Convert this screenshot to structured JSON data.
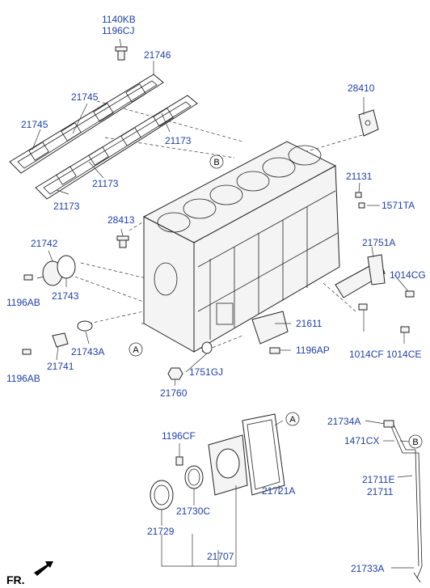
{
  "labels": {
    "p1140KB": "1140KB",
    "p1196CJ": "1196CJ",
    "p21746": "21746",
    "p21745a": "21745",
    "p21745b": "21745",
    "p21173a": "21173",
    "p21173b": "21173",
    "p21173c": "21173",
    "p28410": "28410",
    "p21131": "21131",
    "p1571TA": "1571TA",
    "p28413": "28413",
    "p21742": "21742",
    "p1196AB_a": "1196AB",
    "p21743": "21743",
    "p21751A": "21751A",
    "p1014CG": "1014CG",
    "p1014CF": "1014CF",
    "p1014CE": "1014CE",
    "p21611": "21611",
    "p1196AP": "1196AP",
    "p21743A": "21743A",
    "p21741": "21741",
    "p1196AB_b": "1196AB",
    "p1751GJ": "1751GJ",
    "p21760": "21760",
    "p1196CF": "1196CF",
    "p21734A": "21734A",
    "p1471CX": "1471CX",
    "p21711E": "21711E",
    "p21711": "21711",
    "p21721A": "21721A",
    "p21730C": "21730C",
    "p21729": "21729",
    "p21707": "21707",
    "p21733A": "21733A"
  },
  "callouts": {
    "A": "A",
    "B": "B"
  },
  "direction_label": "FR."
}
